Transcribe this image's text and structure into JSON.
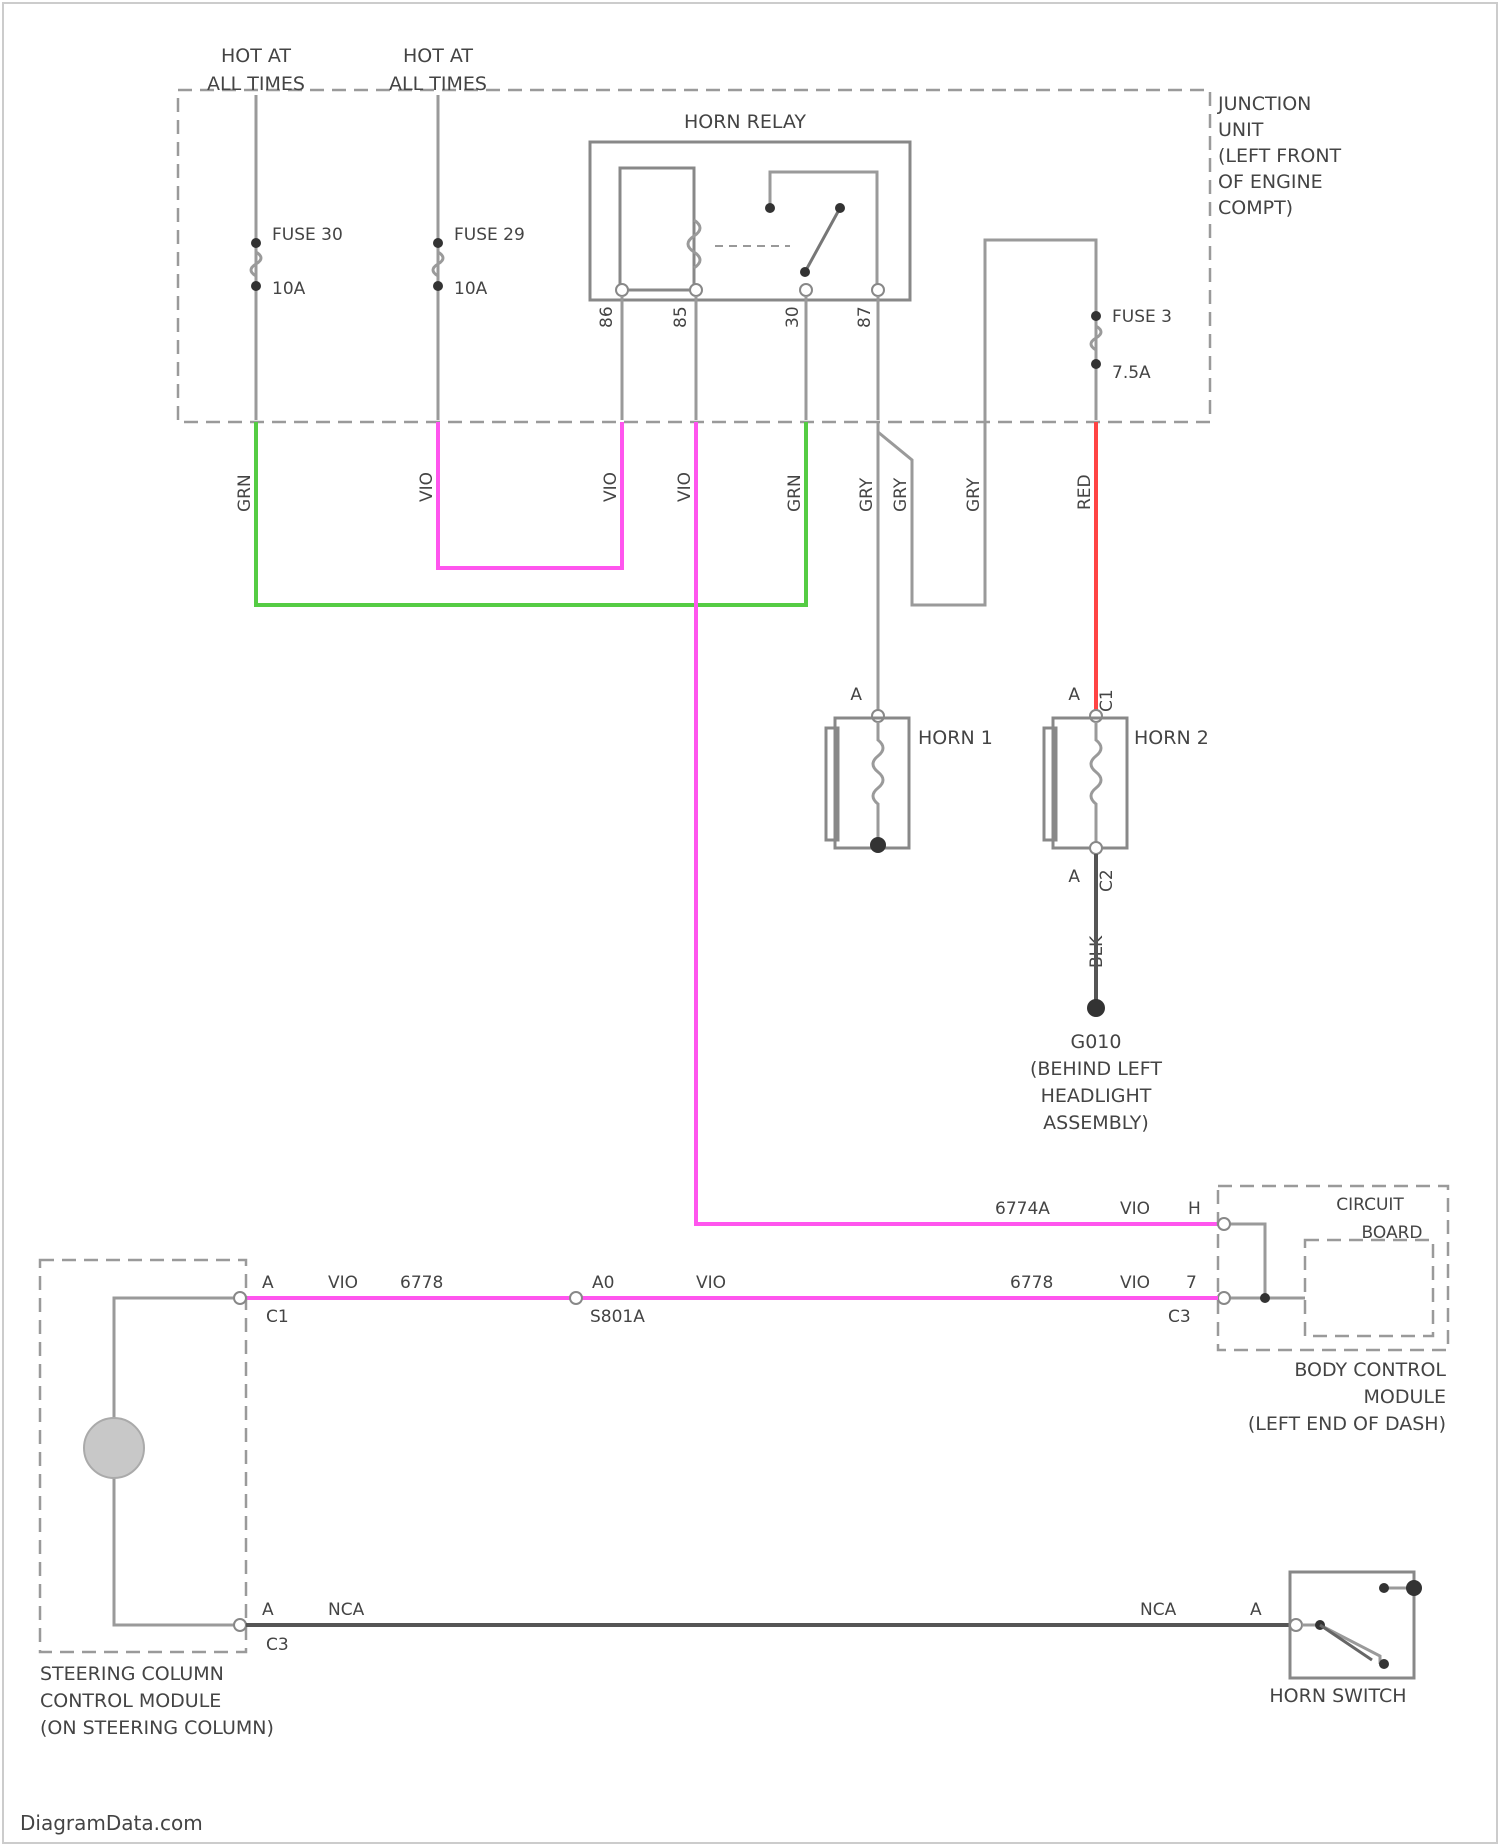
{
  "power": {
    "hot1_line1": "HOT AT",
    "hot1_line2": "ALL TIMES",
    "hot2_line1": "HOT AT",
    "hot2_line2": "ALL TIMES"
  },
  "junction_unit": {
    "l1": "JUNCTION",
    "l2": "UNIT",
    "l3": "(LEFT FRONT",
    "l4": "OF ENGINE",
    "l5": "COMPT)"
  },
  "fuses": [
    {
      "name": "FUSE 30",
      "rating": "10A"
    },
    {
      "name": "FUSE 29",
      "rating": "10A"
    },
    {
      "name": "FUSE 3",
      "rating": "7.5A"
    }
  ],
  "relay": {
    "title": "HORN RELAY",
    "pins": [
      "86",
      "85",
      "30",
      "87"
    ]
  },
  "wire_colors": [
    "GRN",
    "VIO",
    "VIO",
    "VIO",
    "GRN",
    "GRY",
    "GRY",
    "GRY",
    "RED",
    "BLK"
  ],
  "horns": [
    {
      "name": "HORN 1",
      "pin": "A"
    },
    {
      "name": "HORN 2",
      "pin_top": "A",
      "conn_top": "C1",
      "pin_bottom": "A",
      "conn_bottom": "C2"
    }
  ],
  "ground": {
    "id": "G010",
    "l1": "(BEHIND LEFT",
    "l2": "HEADLIGHT",
    "l3": "ASSEMBLY)"
  },
  "bcm": {
    "circuit1": "6774A",
    "color1": "VIO",
    "pin1": "H",
    "circuit2": "6778",
    "color2": "VIO",
    "pin2": "7",
    "conn2": "C3",
    "board_l1": "CIRCUIT",
    "board_l2": "BOARD",
    "l1": "BODY CONTROL",
    "l2": "MODULE",
    "l3": "(LEFT END OF DASH)"
  },
  "sccm": {
    "pinA": "A",
    "conn1": "C1",
    "color": "VIO",
    "circuit": "6778",
    "splice_pin": "A0",
    "splice": "S801A",
    "splice_color": "VIO",
    "pinB": "A",
    "conn3": "C3",
    "nca1": "NCA",
    "nca2": "NCA",
    "switch_pin": "A",
    "l1": "STEERING COLUMN",
    "l2": "CONTROL MODULE",
    "l3": "(ON STEERING COLUMN)"
  },
  "horn_switch": "HORN SWITCH",
  "watermark": "DiagramData.com"
}
